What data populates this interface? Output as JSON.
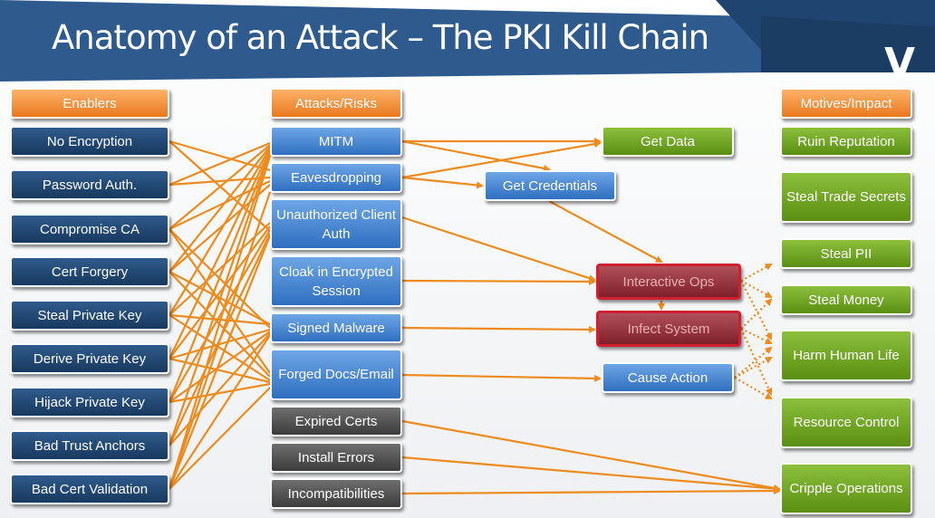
{
  "slide": {
    "title": "Anatomy of an Attack – The PKI Kill Chain",
    "logo": "V"
  },
  "colors": {
    "banner": "#2e5a8e",
    "arrow": "#ee8b1e",
    "header": "#f08a2a",
    "enabler": "#1e4572",
    "attack": "#4a8ad6",
    "gray": "#555555",
    "motive": "#6fa51e",
    "highlight": "#c62430"
  },
  "columns": {
    "enablers": "Enablers",
    "attacks": "Attacks/Risks",
    "motives": "Motives/Impact"
  },
  "enablers": [
    "No Encryption",
    "Password Auth.",
    "Compromise CA",
    "Cert Forgery",
    "Steal Private Key",
    "Derive Private Key",
    "Hijack Private Key",
    "Bad Trust Anchors",
    "Bad Cert Validation"
  ],
  "attacks": [
    "MITM",
    "Eavesdropping",
    "Unauthorized Client Auth",
    "Cloak in Encrypted Session",
    "Signed Malware",
    "Forged Docs/Email",
    "Expired Certs",
    "Install Errors",
    "Incompatibilities"
  ],
  "middle": {
    "get_data": "Get Data",
    "get_credentials": "Get Credentials",
    "interactive_ops": "Interactive Ops",
    "infect_system": "Infect System",
    "cause_action": "Cause Action"
  },
  "motives": [
    "Ruin Reputation",
    "Steal Trade Secrets",
    "Steal PII",
    "Steal Money",
    "Harm Human Life",
    "Resource Control",
    "Cripple Operations"
  ]
}
